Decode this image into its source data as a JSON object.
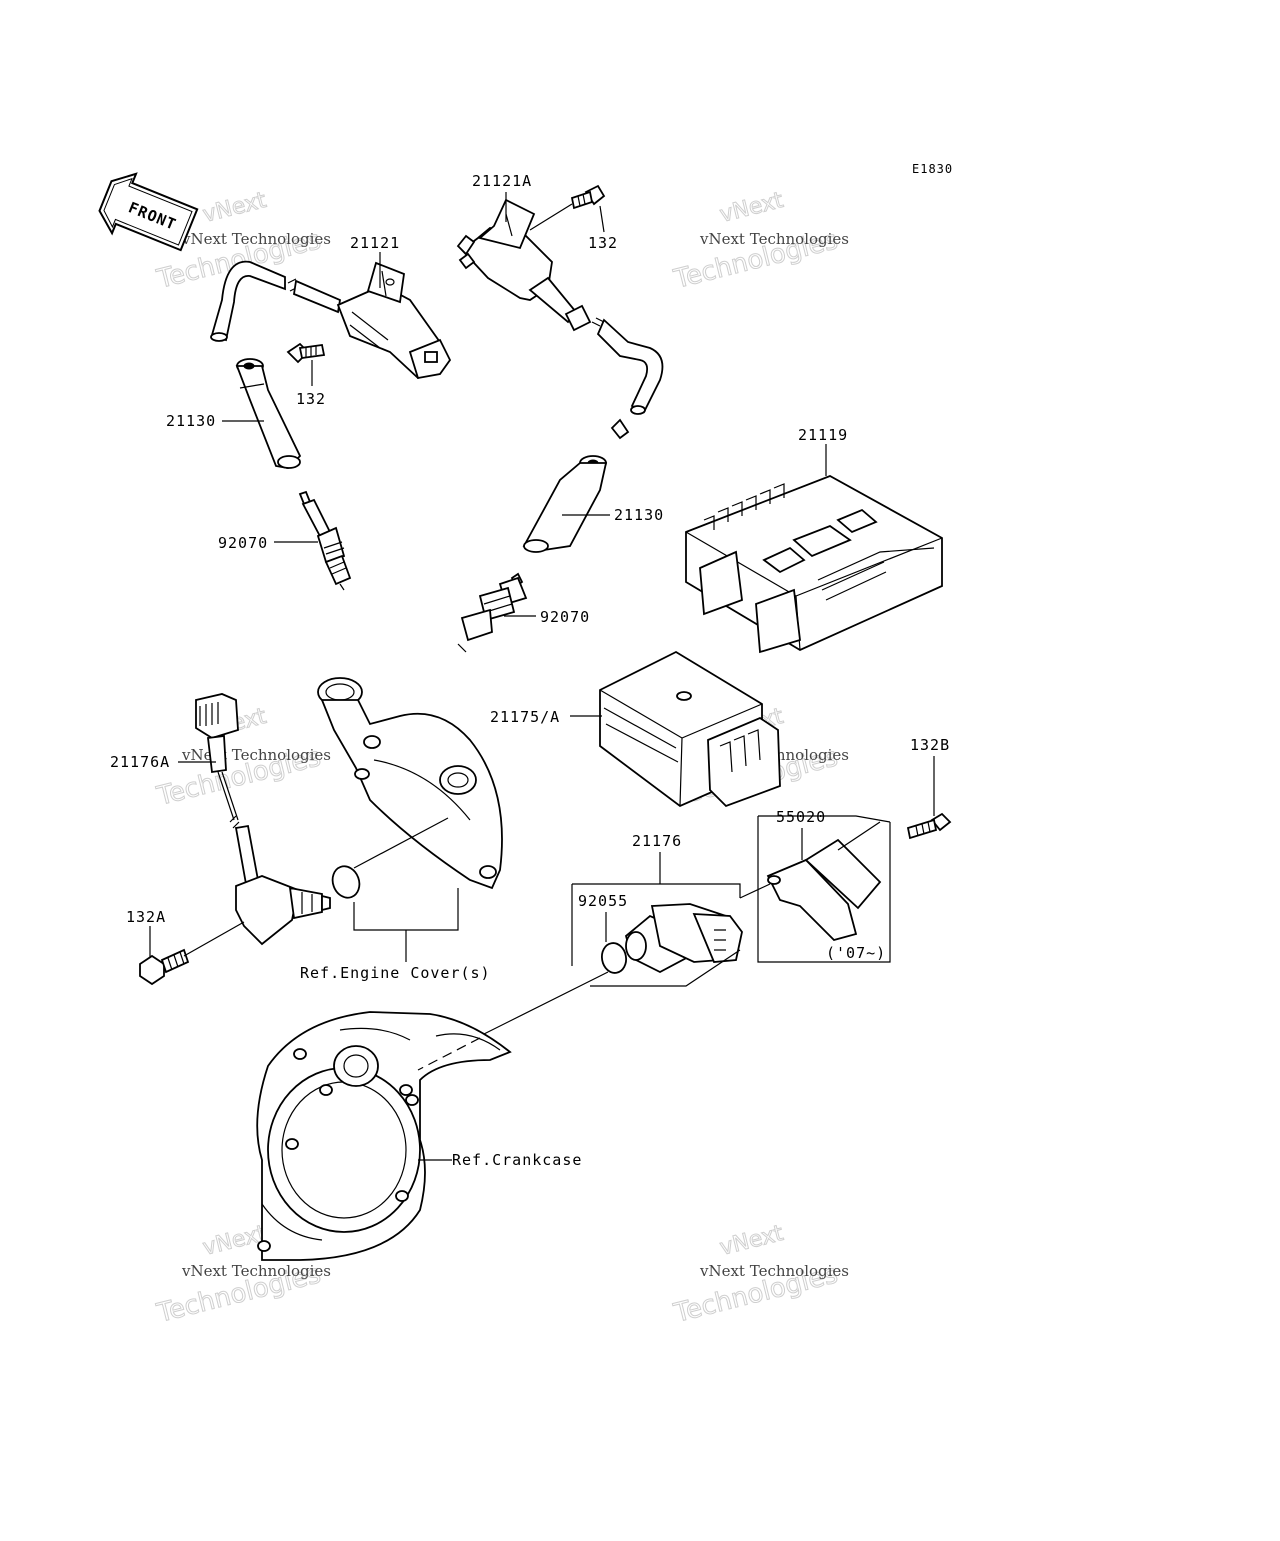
{
  "diagram_code": "E1830",
  "front_arrow_label": "FRONT",
  "watermark": {
    "line1": "vNext Technologies",
    "line2a": "vNext",
    "line2b": "Technologies"
  },
  "callouts": {
    "ignition_coil_a": "21121A",
    "ignition_coil": "21121",
    "bolt_132_upper": "132",
    "bolt_132_left": "132",
    "cap_21130_left": "21130",
    "cap_21130_right": "21130",
    "plug_92070_left": "92070",
    "plug_92070_right": "92070",
    "ecu_21119": "21119",
    "igniter_21175": "21175/A",
    "sensor_21176a": "21176A",
    "bolt_132a": "132A",
    "bolt_132b": "132B",
    "sensor_21176": "21176",
    "oring_92055": "92055",
    "plate_55020": "55020",
    "model_note": "('07~)"
  },
  "references": {
    "engine_cover": "Ref.Engine Cover(s)",
    "crankcase": "Ref.Crankcase"
  }
}
